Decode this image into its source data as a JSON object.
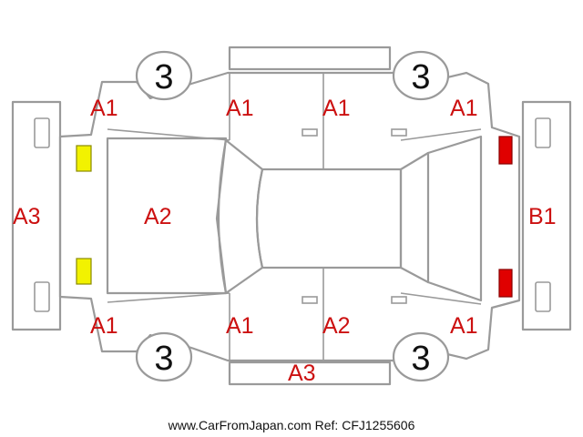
{
  "colors": {
    "outline": "#9a9a9a",
    "damage_code": "#cc1111",
    "front_lamp": "#f2f200",
    "rear_lamp": "#e00000",
    "text": "#111111"
  },
  "damage_codes": {
    "front_left_fender": "A1",
    "front_left_door": "A1",
    "rear_left_door": "A1",
    "rear_left_quarter": "A1",
    "front_bumper": "A3",
    "hood": "A2",
    "rear_bumper": "B1",
    "front_right_fender": "A1",
    "front_right_door": "A1",
    "rear_right_door": "A2",
    "rear_right_quarter": "A1",
    "right_side_sill": "A3"
  },
  "tires": {
    "front_left": "3",
    "rear_left": "3",
    "front_right": "3",
    "rear_right": "3"
  },
  "footer": {
    "credit": "www.CarFromJapan.com Ref: CFJ1255606"
  }
}
